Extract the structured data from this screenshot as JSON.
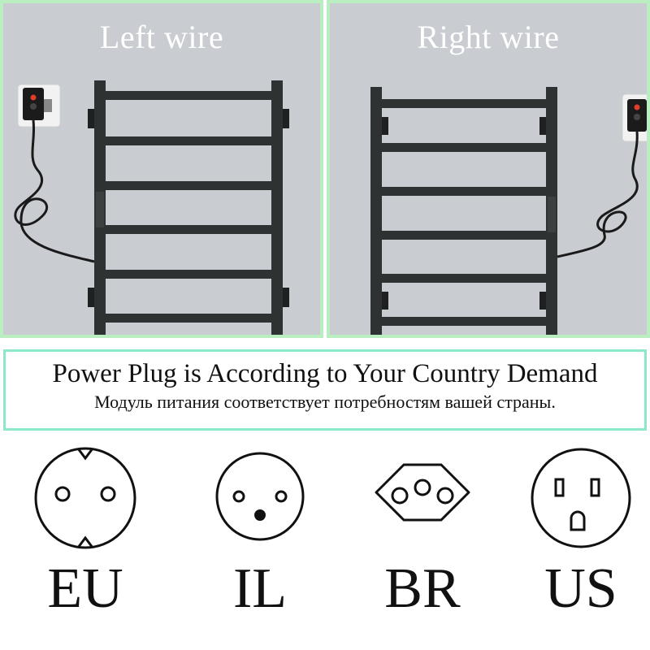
{
  "panels": {
    "left": {
      "title": "Left wire"
    },
    "right": {
      "title": "Right wire"
    }
  },
  "notice": {
    "english": "Power Plug is According to Your Country Demand",
    "russian": "Модуль питания соответствует потребностям вашей страны."
  },
  "plugs": [
    {
      "label": "EU",
      "icon": "eu-plug-icon"
    },
    {
      "label": "IL",
      "icon": "il-plug-icon"
    },
    {
      "label": "BR",
      "icon": "br-plug-icon"
    },
    {
      "label": "US",
      "icon": "us-plug-icon"
    }
  ],
  "colors": {
    "wall": "#c9ccd0",
    "panel_border": "#b9eec0",
    "notice_border": "#8be8c8",
    "rack": "#2f3233"
  }
}
